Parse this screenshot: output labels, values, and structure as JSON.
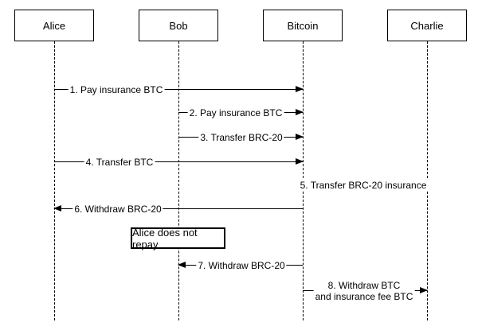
{
  "diagram": {
    "type": "sequence-diagram",
    "participants": [
      {
        "id": "alice",
        "label": "Alice"
      },
      {
        "id": "bob",
        "label": "Bob"
      },
      {
        "id": "bitcoin",
        "label": "Bitcoin"
      },
      {
        "id": "charlie",
        "label": "Charlie"
      }
    ],
    "messages": [
      {
        "label": "1. Pay insurance BTC",
        "from": "Alice",
        "to": "Bitcoin"
      },
      {
        "label": "2. Pay insurance BTC",
        "from": "Bob",
        "to": "Bitcoin"
      },
      {
        "label": "3. Transfer BRC-20",
        "from": "Bob",
        "to": "Bitcoin"
      },
      {
        "label": "4. Transfer BTC",
        "from": "Alice",
        "to": "Bitcoin"
      },
      {
        "label": "5. Transfer BRC-20 insurance",
        "from": "Charlie",
        "to": "Bitcoin"
      },
      {
        "label": "6. Withdraw BRC-20",
        "from": "Bitcoin",
        "to": "Alice"
      },
      {
        "label": "7. Withdraw BRC-20",
        "from": "Bitcoin",
        "to": "Bob"
      },
      {
        "label": "8. Withdraw BTC",
        "label_line2": "and insurance fee BTC",
        "from": "Bitcoin",
        "to": "Charlie"
      }
    ],
    "note": {
      "label": "Alice does not repay"
    },
    "colors": {
      "stroke": "#000000",
      "background": "#ffffff",
      "label_background": "#ffffff"
    }
  }
}
